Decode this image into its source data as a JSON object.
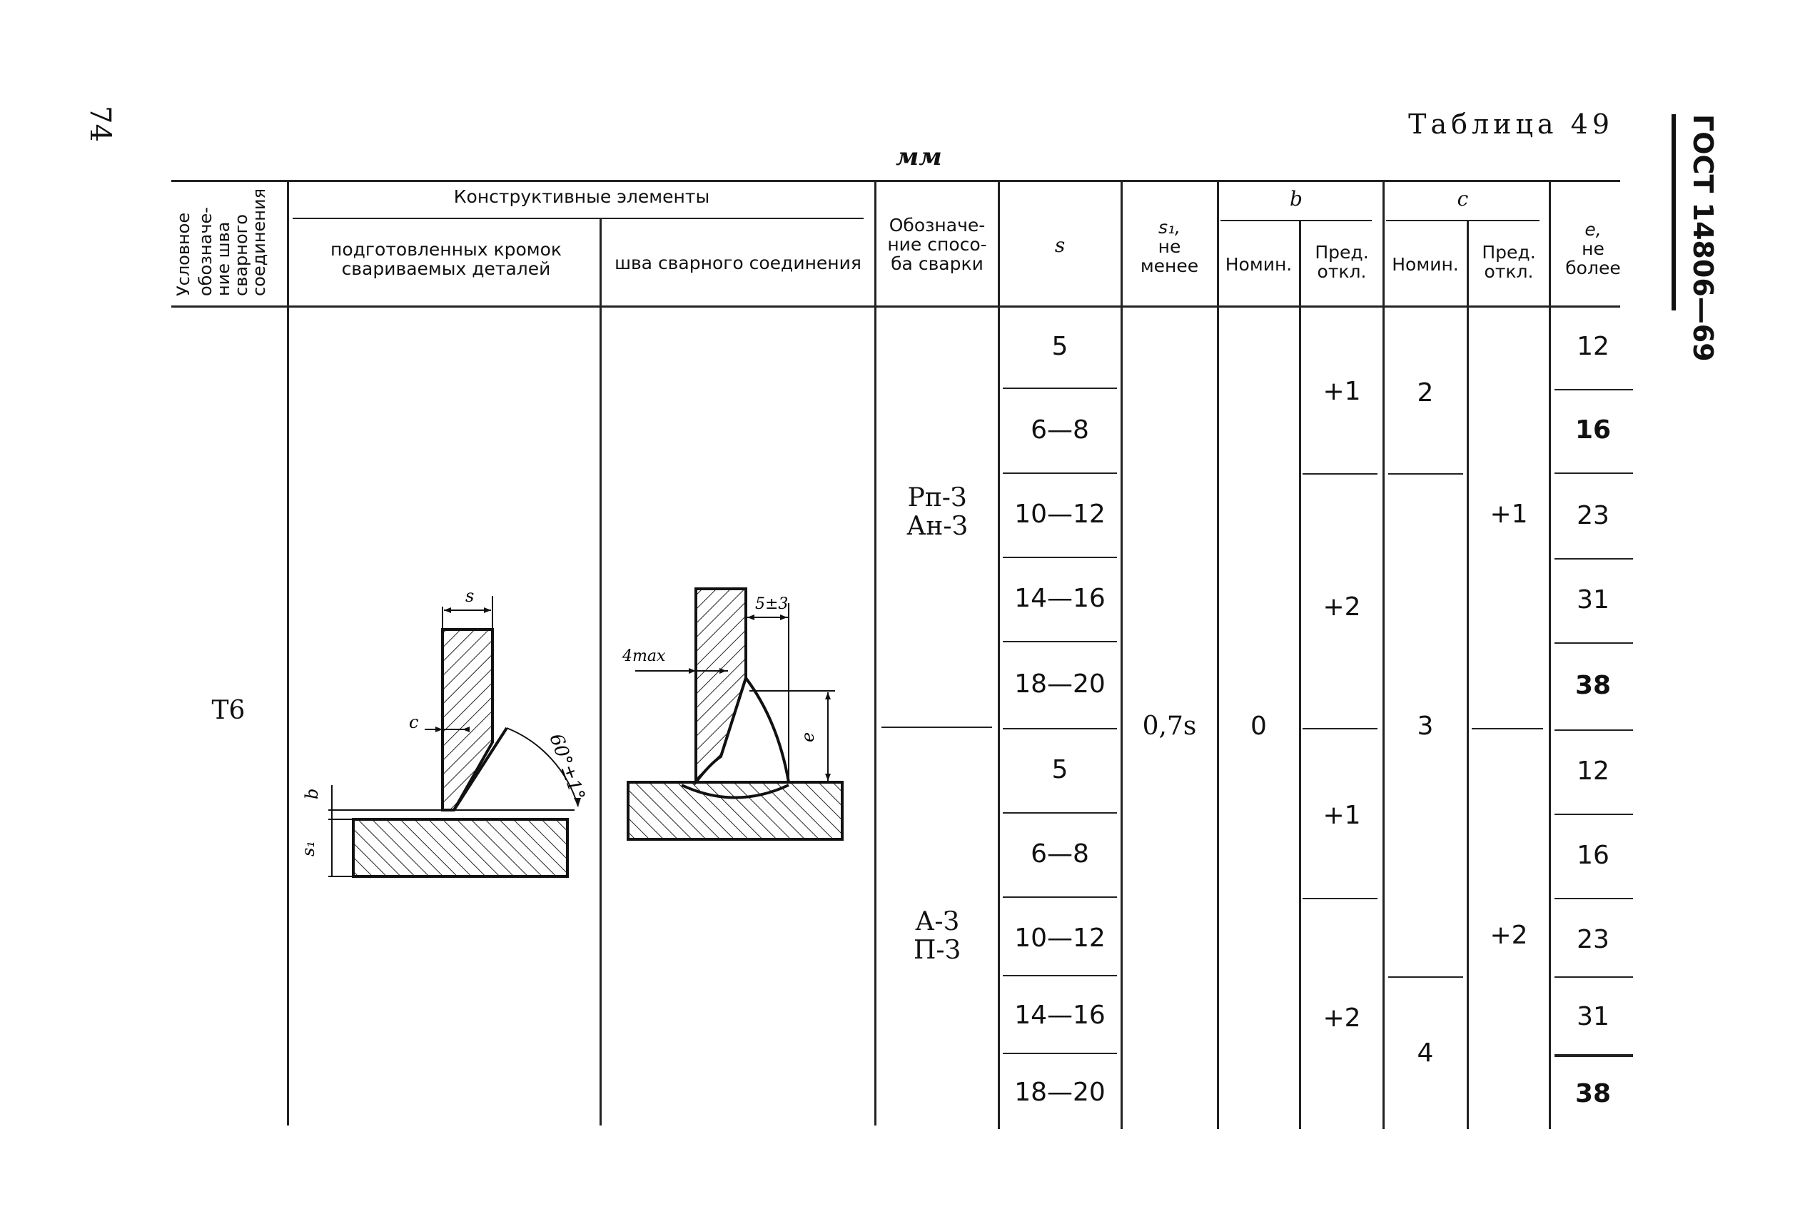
{
  "page_number": "74",
  "table_title": "Таблица 49",
  "units": "мм",
  "standard": "ГОСТ 14806—69",
  "headers": {
    "joint_symbol": [
      "Условное",
      "обозначе-",
      "ние шва",
      "сварного",
      "соединения"
    ],
    "constructive": "Конструктивные элементы",
    "prepared_edges": [
      "подготовленных кромок",
      "свариваемых деталей"
    ],
    "weld_seam": "шва сварного соединения",
    "method": [
      "Обозначе-",
      "ние спосо-",
      "ба сварки"
    ],
    "s": "s",
    "s1": [
      "s₁,",
      "не",
      "менее"
    ],
    "b": "b",
    "c": "c",
    "nominal": "Номин.",
    "tolerance": [
      "Пред.",
      "откл."
    ],
    "e": [
      "e,",
      "не",
      "более"
    ]
  },
  "row": {
    "joint_symbol": "Т6",
    "s1_value": "0,7s",
    "b_nominal": "0",
    "methods": [
      {
        "lines": [
          "Рп-З",
          "Ан-З"
        ]
      },
      {
        "lines": [
          "А-З",
          "П-З"
        ]
      }
    ],
    "s_values": [
      "5",
      "6—8",
      "10—12",
      "14—16",
      "18—20",
      "5",
      "6—8",
      "10—12",
      "14—16",
      "18—20"
    ],
    "e_values": [
      "12",
      "16",
      "23",
      "31",
      "38",
      "12",
      "16",
      "23",
      "31",
      "38"
    ],
    "b_tolerances": [
      "+1",
      "+2",
      "+1",
      "+2"
    ],
    "c_nominals": [
      "2",
      "3",
      "4"
    ],
    "c_tolerances": [
      "+1",
      "+2"
    ]
  },
  "drawing_labels": {
    "left": {
      "s": "s",
      "c": "c",
      "b": "b",
      "s1": "s₁",
      "angle": "60°±1°"
    },
    "right": {
      "gap": "5±3",
      "max": "4max",
      "e": "e"
    }
  }
}
